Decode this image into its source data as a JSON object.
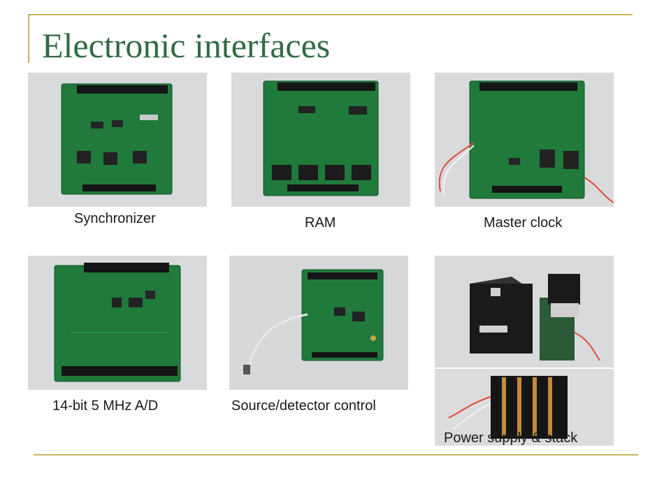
{
  "slide": {
    "title": "Electronic interfaces"
  },
  "photos": [
    {
      "caption": "Synchronizer"
    },
    {
      "caption": "RAM"
    },
    {
      "caption": "Master clock"
    },
    {
      "caption": "14-bit 5 MHz A/D"
    },
    {
      "caption": "Source/detector control"
    },
    {
      "caption": "Power supply & stack"
    }
  ],
  "colors": {
    "title": "#2f6b44",
    "rule": "#c8b45a",
    "pcb": "#1f7a3c",
    "background": "#d9dadb"
  }
}
